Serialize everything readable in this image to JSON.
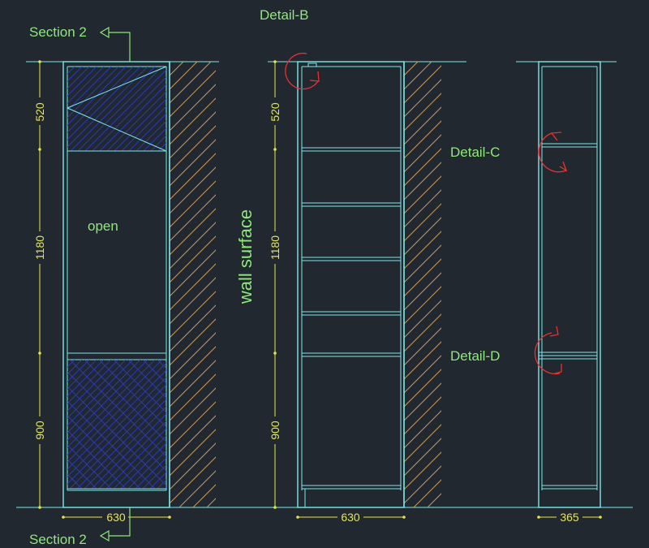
{
  "labels": {
    "section_top": "Section 2",
    "section_bottom": "Section 2",
    "detail_b": "Detail-B",
    "detail_c": "Detail-C",
    "detail_d": "Detail-D",
    "wall_surface": "wall surface",
    "open": "open"
  },
  "dimensions": {
    "left_520": "520",
    "left_1180": "1180",
    "left_900": "900",
    "mid_520": "520",
    "mid_1180": "1180",
    "mid_900": "900",
    "width_left": "630",
    "width_mid": "630",
    "width_right": "365"
  },
  "colors": {
    "background": "#212830",
    "outline": "#7fe8e8",
    "dimension": "#e6e64a",
    "annotation": "#8ee87a",
    "detail_marker": "#e83232",
    "wall_hatch": "#c8965a",
    "glass_hatch": "#2a3cc8"
  }
}
